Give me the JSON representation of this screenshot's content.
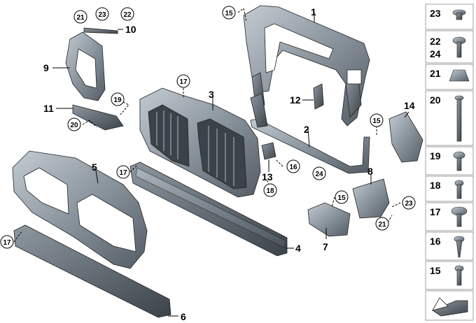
{
  "callouts": {
    "n1": "1",
    "n2": "2",
    "n3": "3",
    "n4": "4",
    "n5": "5",
    "n6": "6",
    "n7": "7",
    "n8": "8",
    "n9": "9",
    "n10": "10",
    "n11": "11",
    "n12": "12",
    "n13": "13",
    "n14": "14",
    "c15a": "15",
    "c15b": "15",
    "c15c": "15",
    "c16": "16",
    "c17a": "17",
    "c17b": "17",
    "c17c": "17",
    "c18": "18",
    "c19": "19",
    "c20": "20",
    "c21a": "21",
    "c21b": "21",
    "c22": "22",
    "c23a": "23",
    "c23b": "23",
    "c24": "24"
  },
  "legend": {
    "items": [
      "23",
      "22",
      "24",
      "21",
      "20",
      "19",
      "18",
      "17",
      "16",
      "15"
    ]
  },
  "colors": {
    "part_fill": "#7f8a94",
    "part_dark": "#4e5760",
    "part_light": "#b7c0c8",
    "legend_border": "#888888"
  }
}
